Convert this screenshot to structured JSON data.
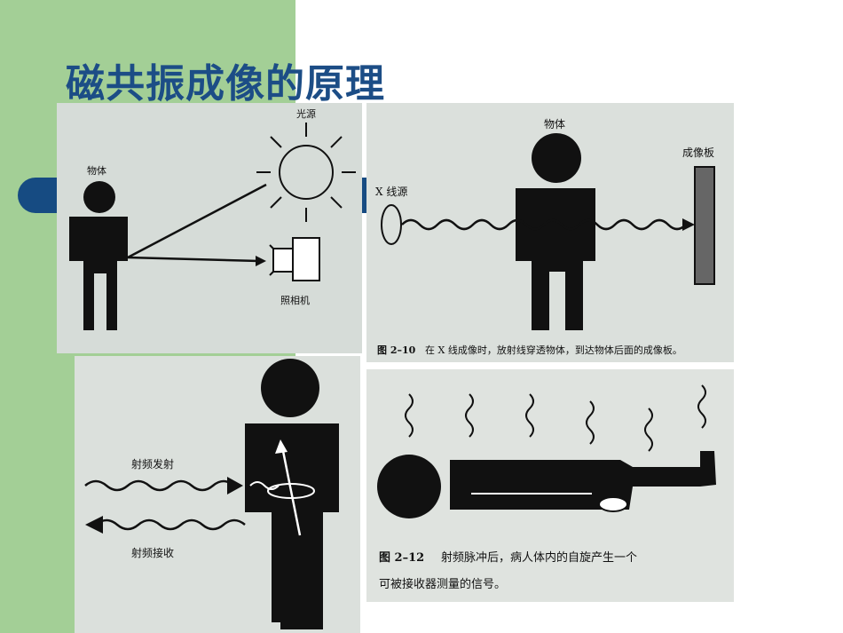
{
  "slide": {
    "title": "磁共振成像的原理"
  },
  "colors": {
    "green": "#a3cf96",
    "blue_bar": "#164b82",
    "title_blue": "#1c4d86",
    "paper": "#d6dcd8"
  },
  "panel1": {
    "label_light": "光源",
    "label_object": "物体",
    "label_camera": "照相机"
  },
  "panel2": {
    "label_object": "物体",
    "label_xray": "X 线源",
    "label_plate": "成像板",
    "caption_num": "图 2–10",
    "caption": "在 X 线成像时，放射线穿透物体，到达物体后面的成像板。"
  },
  "panel3": {
    "label_emit": "射频发射",
    "label_receive": "射频接收"
  },
  "panel4": {
    "caption_num": "图 2–12",
    "caption_line1": "射频脉冲后，病人体内的自旋产生一个",
    "caption_line2": "可被接收器测量的信号。"
  }
}
